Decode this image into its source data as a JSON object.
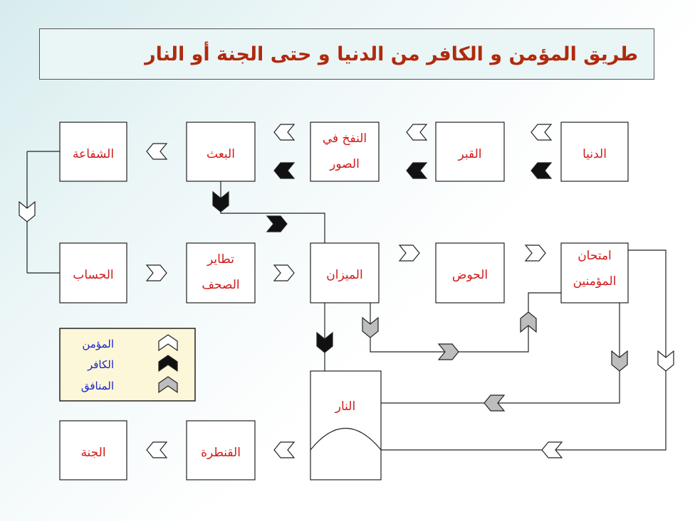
{
  "title": "طريق المؤمن و الكافر من الدنيا و حتى الجنة أو النار",
  "colors": {
    "believer": "#ffffff",
    "disbeliever": "#111111",
    "hypocrite": "#bdbdbd",
    "node_text": "#d21a1a",
    "legend_text": "#1a23c8",
    "title_text": "#b02a0c"
  },
  "nodes": {
    "dunya": {
      "lines": [
        "الدنيا"
      ]
    },
    "qabr": {
      "lines": [
        "القبر"
      ]
    },
    "nafkh": {
      "lines": [
        "النفخ في",
        "الصور"
      ]
    },
    "baath": {
      "lines": [
        "البعث"
      ]
    },
    "shafaa": {
      "lines": [
        "الشفاعة"
      ]
    },
    "hisab": {
      "lines": [
        "الحساب"
      ]
    },
    "tatayur": {
      "lines": [
        "تطاير",
        "الصحف"
      ]
    },
    "mizan": {
      "lines": [
        "الميزان"
      ]
    },
    "hawd": {
      "lines": [
        "الحوض"
      ]
    },
    "imtihan": {
      "lines": [
        "امتحان",
        "المؤمنين"
      ]
    },
    "nar": {
      "lines": [
        "النار"
      ]
    },
    "qantara": {
      "lines": [
        "القنطرة"
      ]
    },
    "janna": {
      "lines": [
        "الجنة"
      ]
    }
  },
  "legend": [
    {
      "label": "المؤمن",
      "kind": "believer"
    },
    {
      "label": "الكافر",
      "kind": "disbeliever"
    },
    {
      "label": "المنافق",
      "kind": "hypocrite"
    }
  ]
}
